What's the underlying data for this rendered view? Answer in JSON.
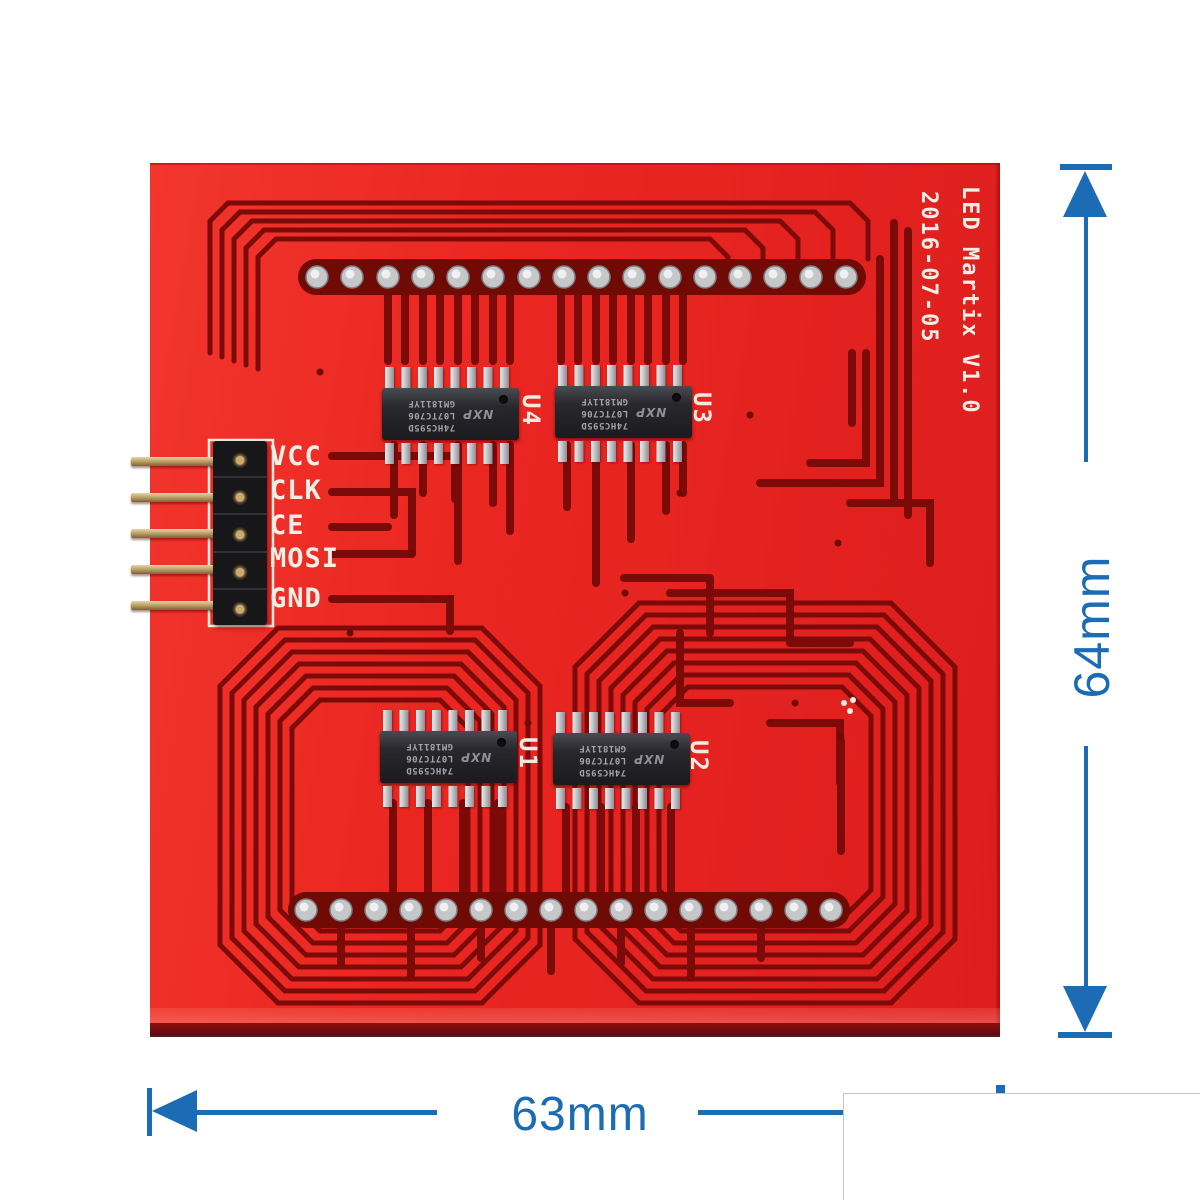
{
  "product": {
    "silkscreen_title": "LED Martix V1.0",
    "silkscreen_date": "2016-07-05",
    "pin_labels": [
      "VCC",
      "CLK",
      "CE",
      "MOSI",
      "GND"
    ],
    "chips": [
      {
        "ref": "U4"
      },
      {
        "ref": "U3"
      },
      {
        "ref": "U1"
      },
      {
        "ref": "U2"
      }
    ],
    "chip_marking": {
      "line1": "74HC595D",
      "line2": "L07TC706",
      "line3": "GM1811YF",
      "brand": "NXP"
    }
  },
  "annotations": {
    "height_label": "64mm",
    "width_label": "63mm"
  },
  "colors": {
    "board_red": "#e82420",
    "trace_dark": "#7c0a08",
    "silkscreen_white": "#f4efe6",
    "dimension_blue": "#1b6bb5",
    "background": "#ffffff"
  }
}
